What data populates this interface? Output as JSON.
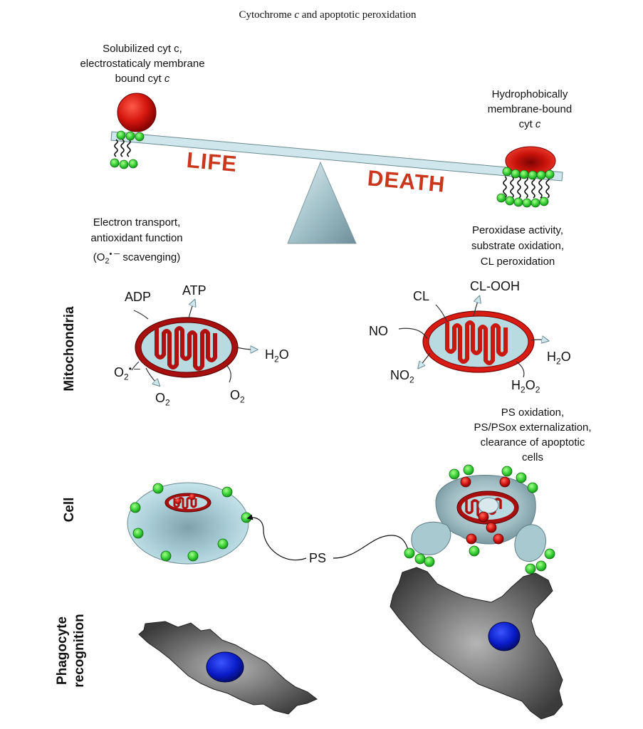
{
  "header": {
    "prefix": "Cytochrome ",
    "italic": "c",
    "suffix": " and apoptotic peroxidation"
  },
  "balance": {
    "left_label": "LIFE",
    "right_label": "DEATH"
  },
  "left_top": {
    "line1": "Solubilized  cyt c,",
    "line2": "electrostaticaly membrane",
    "line3_prefix": "bound cyt ",
    "line3_italic": "c"
  },
  "right_top": {
    "line1": "Hydrophobically",
    "line2": "membrane-bound",
    "line3_prefix": "cyt ",
    "line3_italic": "c"
  },
  "left_function": {
    "line1": "Electron transport,",
    "line2": "antioxidant function",
    "line3_a": "(O",
    "line3_sub": "2",
    "line3_sup": "• ─",
    "line3_b": " scavenging)"
  },
  "right_function": {
    "line1": "Peroxidase activity,",
    "line2": "substrate oxidation,",
    "line3": "CL peroxidation"
  },
  "rows": {
    "mitochondria": "Mitochondria",
    "cell": "Cell",
    "phagocyte_1": "Phagocyte",
    "phagocyte_2": "recognition"
  },
  "mito_left": {
    "adp": "ADP",
    "atp": "ATP",
    "h2o_a": "H",
    "h2o_sub": "2",
    "h2o_b": "O",
    "sup_a": "O",
    "sup_sub": "2",
    "sup_sup": "• ─",
    "o2a_a": "O",
    "o2a_sub": "2",
    "o2b_a": "O",
    "o2b_sub": "2"
  },
  "mito_right": {
    "cl": "CL",
    "clooh": "CL-OOH",
    "no": "NO",
    "no2_a": "NO",
    "no2_sub": "2",
    "h2o_a": "H",
    "h2o_sub": "2",
    "h2o_b": "O",
    "h2o2_a": "H",
    "h2o2_sub": "2",
    "h2o2_b": "O",
    "h2o2_sub2": "2"
  },
  "ps_text": {
    "line1": "PS oxidation,",
    "line2": "PS/PSox externalization,",
    "line3": "clearance of apoptotic",
    "line4": "cells"
  },
  "ps_label": "PS",
  "colors": {
    "heme_red": "#c8140c",
    "lipid_green": "#33cc33",
    "beam": "#cfe6ec",
    "cell_blue": "#b8dbe2",
    "mito_red": "#b01010",
    "phagocyte_gray": "#5a5a5a",
    "nucleus_blue": "#1020c0",
    "label_red": "#c9381d"
  }
}
